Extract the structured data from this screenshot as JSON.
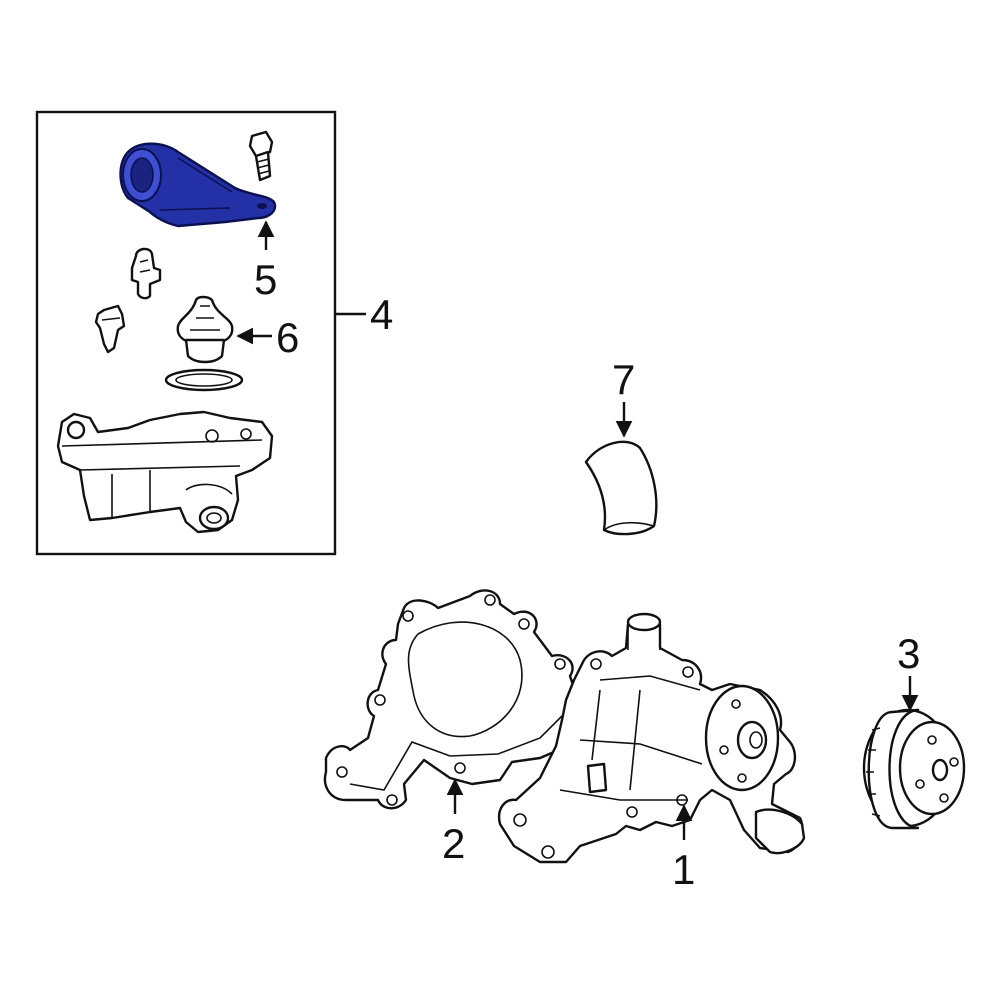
{
  "callouts": {
    "c1": "1",
    "c2": "2",
    "c3": "3",
    "c4": "4",
    "c5": "5",
    "c6": "6",
    "c7": "7"
  },
  "colors": {
    "highlight": "#2431a6",
    "line": "#111111",
    "background": "#ffffff"
  }
}
